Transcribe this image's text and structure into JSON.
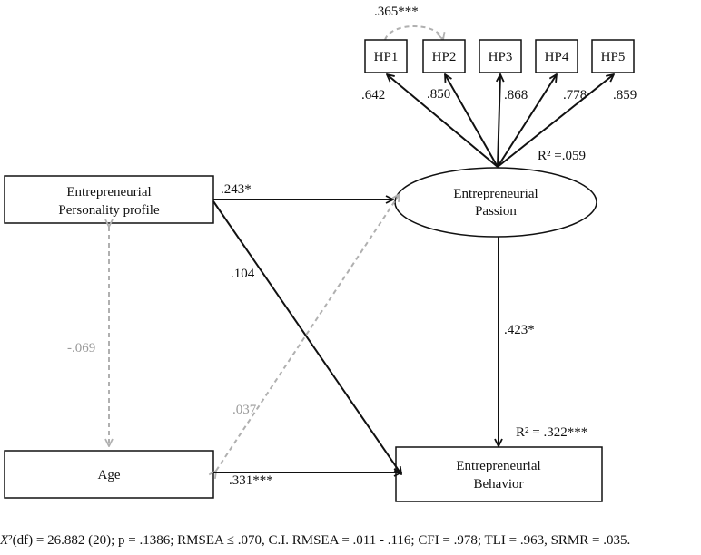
{
  "nodes": {
    "epp": {
      "line1": "Entrepreneurial",
      "line2": "Personality profile"
    },
    "age": {
      "label": "Age"
    },
    "passion": {
      "line1": "Entrepreneurial",
      "line2": "Passion"
    },
    "behavior": {
      "line1": "Entrepreneurial",
      "line2": "Behavior"
    },
    "indicators": [
      "HP1",
      "HP2",
      "HP3",
      "HP4",
      "HP5"
    ]
  },
  "loadings": [
    ".642",
    ".850",
    ".868",
    ".778",
    ".859"
  ],
  "paths": {
    "hp1_hp2_cov": ".365***",
    "epp_passion": ".243*",
    "epp_behavior": ".104",
    "epp_age_cov": "-.069",
    "age_passion": ".037",
    "age_behavior": ".331***",
    "passion_behavior": ".423*"
  },
  "r2": {
    "passion": "R² =.059",
    "behavior": "R² = .322***"
  },
  "fit": {
    "chi_symbol": "X",
    "chi_rest": "²(df) = 26.882 (20); p = .1386; RMSEA ≤ .070, C.I. RMSEA = .011 - .116; CFI = .978; TLI = .963, SRMR = .035."
  },
  "colors": {
    "solid": "#111111",
    "dashed": "#b0b0b0"
  }
}
